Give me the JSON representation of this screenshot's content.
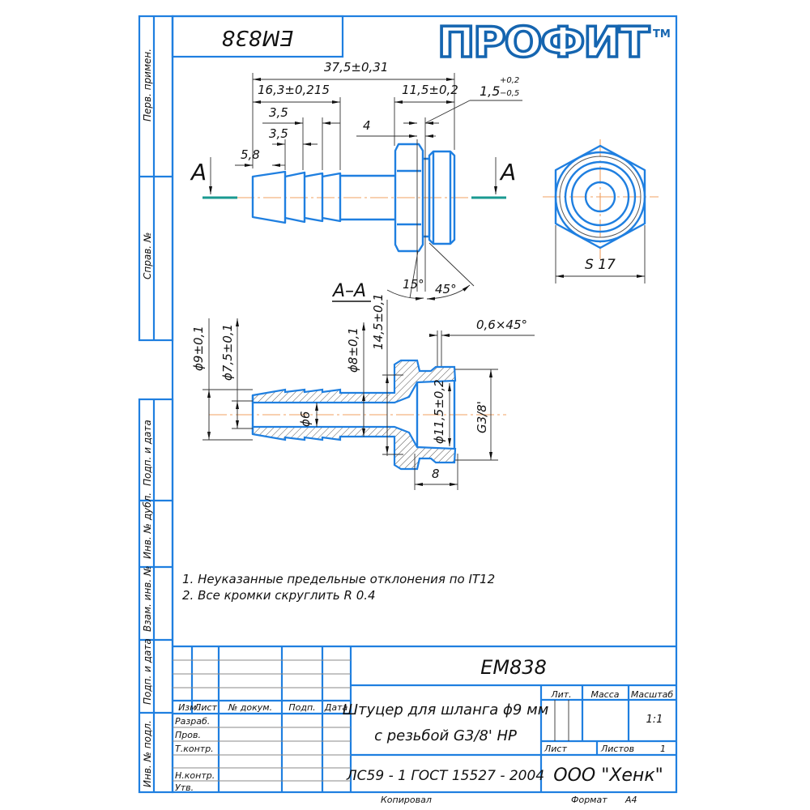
{
  "title_block": {
    "designation": "ЕМ838",
    "designation_mirrored": "ЕМ838",
    "part_name_line1": "Штуцер для шланга ϕ9 мм",
    "part_name_line2": "с резьбой G3/8' НР",
    "material": "ЛС59 - 1 ГОСТ 15527 - 2004",
    "company": "ООО \"Хенк\"",
    "lit_label": "Лит.",
    "mass_label": "Масса",
    "scale_label": "Масштаб",
    "scale_value": "1:1",
    "sheet_label": "Лист",
    "sheets_label": "Листов",
    "sheets_value": "1",
    "copied_label": "Копировал",
    "format_label": "Формат",
    "format_value": "А4",
    "columns": [
      "Изм.",
      "Лист",
      "№ докум.",
      "Подп.",
      "Дата"
    ],
    "roles": [
      "Разраб.",
      "Пров.",
      "Т.контр.",
      "",
      "Н.контр.",
      "Утв."
    ]
  },
  "side_stamp": {
    "top": [
      "Перв. примен.",
      "Справ. №"
    ],
    "bottom": [
      "Подп. и дата",
      "Инв. № дубл.",
      "Взам. инв. №",
      "Подп. и дата",
      "Инв. № подл."
    ]
  },
  "logo": {
    "text": "ПРОФИТ",
    "tm": "TM",
    "color": "#1565b0"
  },
  "view_top": {
    "section_marker": "А",
    "dims": {
      "overall": "37,5±0,31",
      "barb_length": "16,3±0,215",
      "pitch1": "3,5",
      "pitch2": "3,5",
      "first_barb": "5,8",
      "thread_length": "11,5±0,2",
      "groove": "1,5",
      "groove_tol_upper": "+0,2",
      "groove_tol_lower": "−0,5",
      "hex_width": "4",
      "angle1": "15°",
      "angle2": "45°"
    }
  },
  "view_end": {
    "hex_size": "S 17"
  },
  "section": {
    "label": "А–А",
    "dims": {
      "d_outer": "ϕ9±0,1",
      "d_barb": "ϕ7,5±0,1",
      "d_bore": "ϕ6",
      "d_shank": "ϕ8±0,1",
      "hex_height": "14,5±0,1",
      "chamfer": "0,6×45°",
      "d_recess": "ϕ11,5±0,2",
      "thread": "G3/8'",
      "thread_len": "8"
    }
  },
  "notes": [
    "1. Неуказанные предельные отклонения по IT12",
    "2. Все кромки скруглить R 0.4"
  ],
  "colors": {
    "frame": "#1f7fe0",
    "axis": "#f0a060",
    "cut_line": "#1a9a90"
  }
}
